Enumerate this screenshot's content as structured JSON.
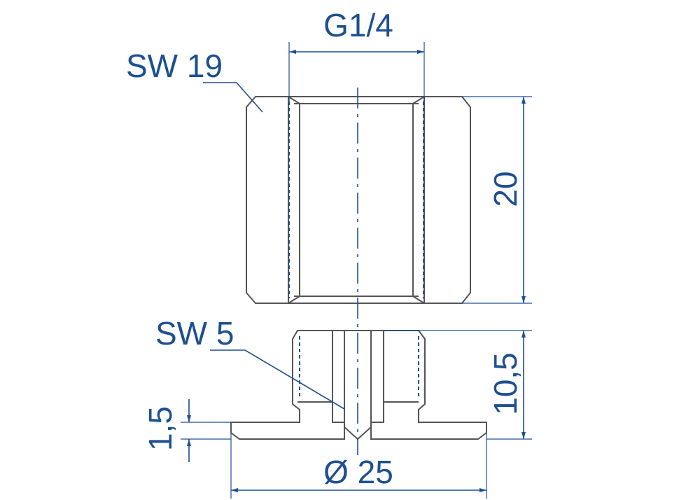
{
  "labels": {
    "thread": "G1/4",
    "wrench_upper": "SW 19",
    "wrench_lower": "SW 5",
    "height_upper": "20",
    "height_lower": "10,5",
    "flange_thickness": "1,5",
    "diameter": "Ø 25"
  },
  "colors": {
    "dimension": "#1d4f91",
    "outline": "#555555"
  }
}
